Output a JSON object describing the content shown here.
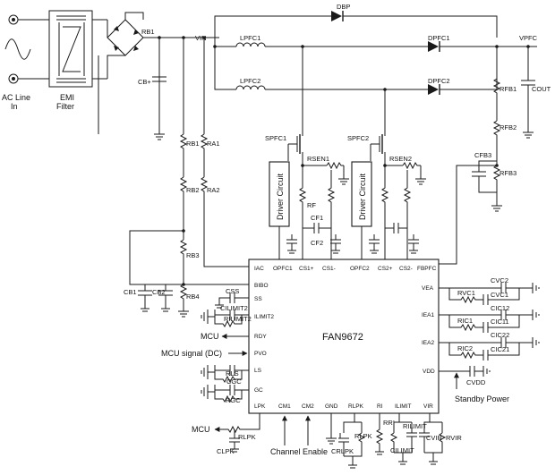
{
  "source": {
    "ac_line_label_1": "AC Line",
    "ac_line_label_2": "In",
    "emi_label_1": "EMI",
    "emi_label_2": "Filter",
    "bridge_label": "RB1",
    "cap_b_label": "CB+"
  },
  "nodes": {
    "vin": "VIN",
    "vpfc": "VPFC",
    "dbp": "DBP",
    "dpfc1": "DPFC1",
    "dpfc2": "DPFC2",
    "lpfc1": "LPFC1",
    "lpfc2": "LPFC2",
    "cout": "COUT"
  },
  "feedback": {
    "rfb1": "RFB1",
    "rfb2": "RFB2",
    "rfb3": "RFB3",
    "cfb3": "CFB3"
  },
  "power_stage": {
    "spfc1": "SPFC1",
    "spfc2": "SPFC2",
    "driver_1": "Driver Circuit",
    "driver_2": "Driver Circuit",
    "rsen1": "RSEN1",
    "rsen2": "RSEN2",
    "rf": "RF",
    "cf1": "CF1",
    "cf2": "CF2"
  },
  "sense": {
    "rb1": "RB1",
    "rb2": "RB2",
    "rb3": "RB3",
    "rb4": "RB4",
    "ra1": "RA1",
    "ra2": "RA2",
    "cb1": "CB1",
    "cb2": "CB2"
  },
  "chip": {
    "name": "FAN9672",
    "top_pins": [
      "IAC",
      "OPFC1",
      "CS1+",
      "CS1-",
      "OPFC2",
      "CS2+",
      "CS2-",
      "FBPFC"
    ],
    "left_pins": [
      "BIBO",
      "SS",
      "ILIMIT2",
      "RDY",
      "PVO",
      "LS",
      "GC"
    ],
    "right_pins": [
      "VEA",
      "IEA1",
      "IEA2",
      "VDD"
    ],
    "bottom_pins": [
      "LPK",
      "CM1",
      "CM2",
      "GND",
      "RLPK",
      "RI",
      "ILIMIT",
      "VIR"
    ]
  },
  "left_parts": {
    "css": "CSS",
    "cilimit2": "CILIMIT2",
    "rilimit2": "RILIMIT2",
    "mcu_rdy": "MCU",
    "mcu_signal": "MCU signal (DC)",
    "rls": "RLS",
    "cgc": "CGC",
    "rgc": "RGC"
  },
  "right_parts": {
    "cvc2": "CVC2",
    "rvc1": "RVC1",
    "cvc1": "CVC1",
    "cic12": "CIC12",
    "ric1": "RIC1",
    "cic11": "CIC11",
    "cic22": "CIC22",
    "ric2": "RIC2",
    "cic21": "CIC21",
    "cvdd": "CVDD",
    "standby": "Standby Power"
  },
  "bottom_parts": {
    "mcu_lpk": "MCU",
    "rlpk": "RLPK",
    "clpk": "CLPK",
    "channel_enable": "Channel Enable",
    "rlpk2": "RLPK",
    "clrpk": "CRLPK",
    "rri": "RRI",
    "rilimit": "RILIMIT",
    "cilimit": "CILIMIT",
    "cvir": "CVIR",
    "rvir": "RVIR"
  }
}
